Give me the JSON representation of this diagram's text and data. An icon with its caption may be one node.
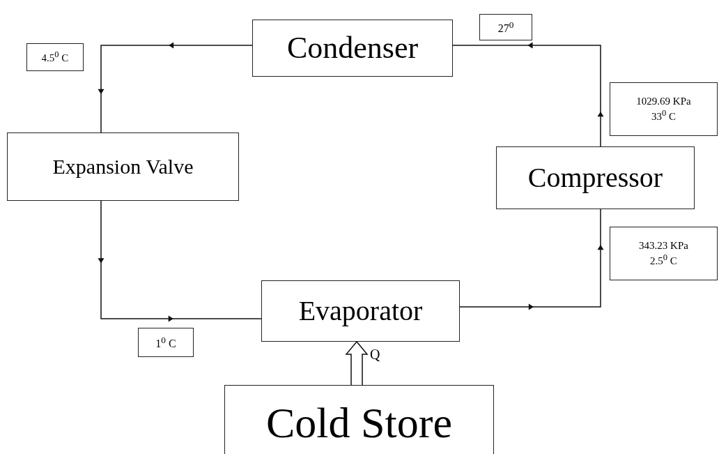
{
  "diagram": {
    "nodes": [
      {
        "text": [
          "27$^{0}$"
        ]
      },
      {
        "text": [
          "Condenser"
        ]
      },
      {
        "text": [
          "4.5$^{0}$ C"
        ]
      },
      {
        "text": [
          "1029.69 KPa",
          "33$^{0}$ C"
        ]
      },
      {
        "text": [
          "Expansion Valve"
        ]
      },
      {
        "text": [
          "Compressor"
        ]
      },
      {
        "text": [
          "343.23 KPa",
          "2.5$^{0}$ C"
        ]
      },
      {
        "text": [
          "Evaporator"
        ]
      },
      {
        "text": [
          "1$^{0}$ C"
        ]
      },
      {
        "text": [
          "Cold Store"
        ]
      }
    ],
    "edges": [
      {
        "from": 5,
        "to": 1,
        "arrow": "to"
      },
      {
        "from": 1,
        "to": 4,
        "arrow": "to"
      },
      {
        "from": 4,
        "to": 7,
        "arrow": "to"
      },
      {
        "from": 7,
        "to": 5,
        "arrow": "to"
      },
      {
        "from": 9,
        "to": 7,
        "arrow": "to",
        "label": "Q",
        "style": "thick"
      }
    ]
  }
}
